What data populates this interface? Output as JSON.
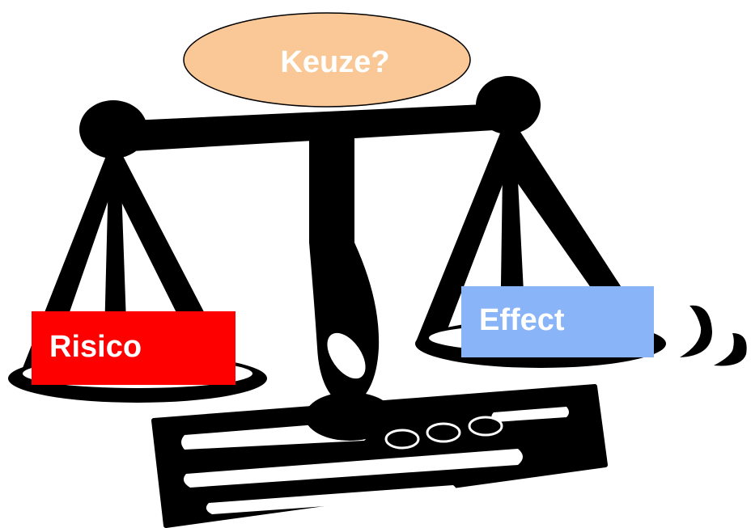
{
  "choice": {
    "label": "Keuze?",
    "fill": "#f9c896",
    "stroke": "#000000"
  },
  "left_pan": {
    "label": "Risico",
    "box_color": "#ff0000",
    "text_color": "#ffffff"
  },
  "right_pan": {
    "label": "Effect",
    "box_color": "#8ab4f8",
    "text_color": "#ffffff"
  },
  "scale": {
    "icon": "balance-scale-icon",
    "color": "#000000"
  }
}
